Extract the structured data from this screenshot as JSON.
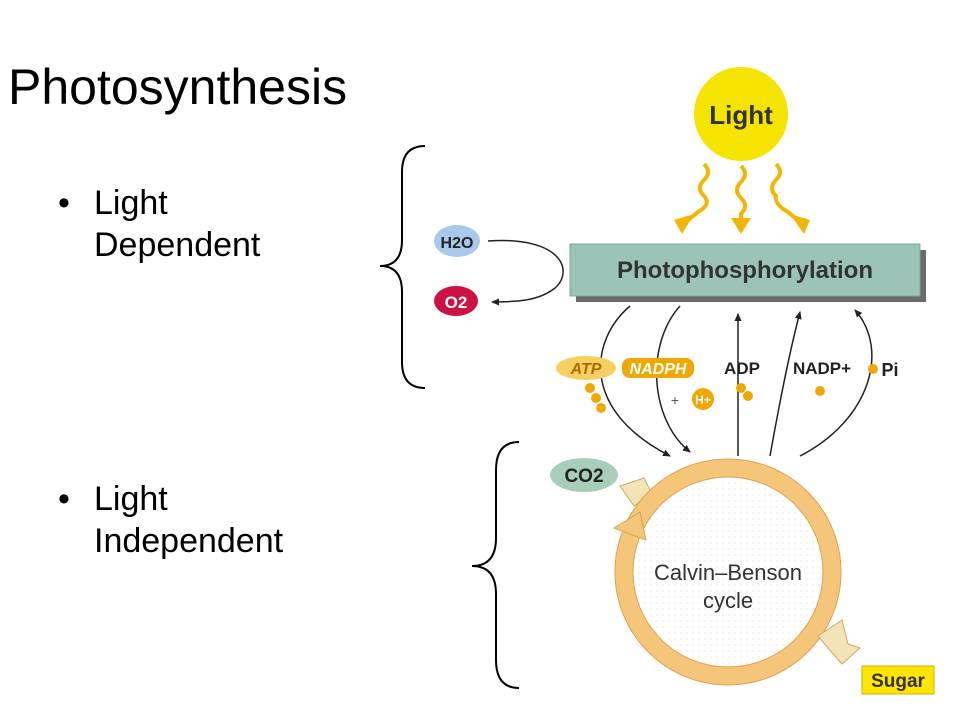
{
  "slide": {
    "title": "Photosynthesis",
    "bullets": [
      {
        "line1": "Light",
        "line2": "Dependent"
      },
      {
        "line1": "Light",
        "line2": "Independent"
      }
    ]
  },
  "diagram": {
    "light_label": "Light",
    "process_label": "Photophosphorylation",
    "water_label": "H2O",
    "oxygen_label": "O2",
    "co2_label": "CO2",
    "atp_label": "ATP",
    "nadph_label": "NADPH",
    "hplus_label": "H+",
    "plus_label": "+",
    "adp_label": "ADP",
    "nadp_label": "NADP+",
    "pi_label": "Pi",
    "cycle_line1": "Calvin–Benson",
    "cycle_line2": "cycle",
    "sugar_label": "Sugar"
  },
  "colors": {
    "sun": "#f5e400",
    "sun_ray": "#f2b705",
    "process_box": "#9cc3b7",
    "water": "#a9c9ea",
    "oxygen": "#cc1144",
    "co2": "#a8cdb9",
    "cycle_ring": "#f5c57a",
    "nadph_bg": "#f0a800",
    "sugar_bg": "#ffe600"
  }
}
